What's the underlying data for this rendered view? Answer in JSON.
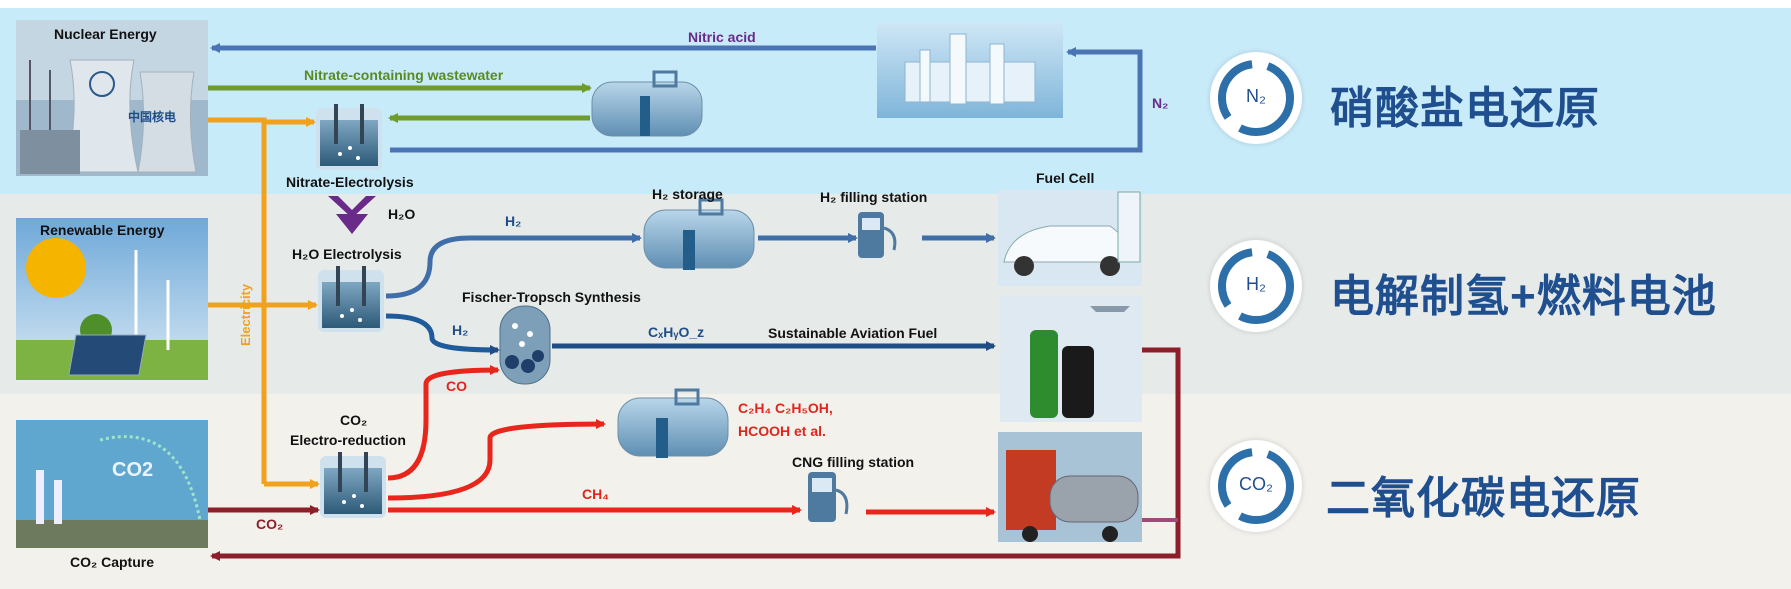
{
  "sources": {
    "nuclear": "Nuclear Energy",
    "renewable": "Renewable Energy",
    "co2_capture": "CO₂ Capture"
  },
  "flows": {
    "nitric_acid": "Nitric acid",
    "nitrate_wastewater": "Nitrate-containing wastewater",
    "n2": "N₂",
    "h2o": "H₂O",
    "h2_top": "H₂",
    "h2_low": "H₂",
    "cxhyoz": "CₓHᵧO_z",
    "co": "CO",
    "co2": "CO₂",
    "ch4": "CH₄",
    "electricity": "Electricity",
    "products": "C₂H₄ C₂H₅OH,",
    "products2": "HCOOH et al."
  },
  "units": {
    "nitrate_electrolysis": "Nitrate-Electrolysis",
    "h2o_electrolysis": "H₂O Electrolysis",
    "co2_reduction_1": "CO₂",
    "co2_reduction_2": "Electro-reduction",
    "fischer_tropsch": "Fischer-Tropsch Synthesis",
    "h2_storage": "H₂ storage",
    "h2_filling": "H₂ filling station",
    "fuel_cell": "Fuel Cell",
    "saf": "Sustainable Aviation Fuel",
    "cng_filling": "CNG filling station"
  },
  "sections": [
    {
      "title": "硝酸盐电还原",
      "badge": "N₂"
    },
    {
      "title": "电解制氢+燃料电池",
      "badge": "H₂"
    },
    {
      "title": "二氧化碳电还原",
      "badge": "CO₂"
    }
  ],
  "images": {
    "nuclear_logo_text": "中国核电"
  },
  "colors": {
    "top_band": "#c8ebfa",
    "mid_band": "#e6ebea",
    "bottom_band": "#f3f1ec",
    "blue_arrow": "#4b74b5",
    "green_arrow": "#6f9a2c",
    "orange_arrow": "#f2a11d",
    "navy_arrow": "#1f4e87",
    "red_arrow": "#e8261b",
    "maroon_arrow": "#8c1f2a",
    "title_blue": "#1f4f8f"
  }
}
